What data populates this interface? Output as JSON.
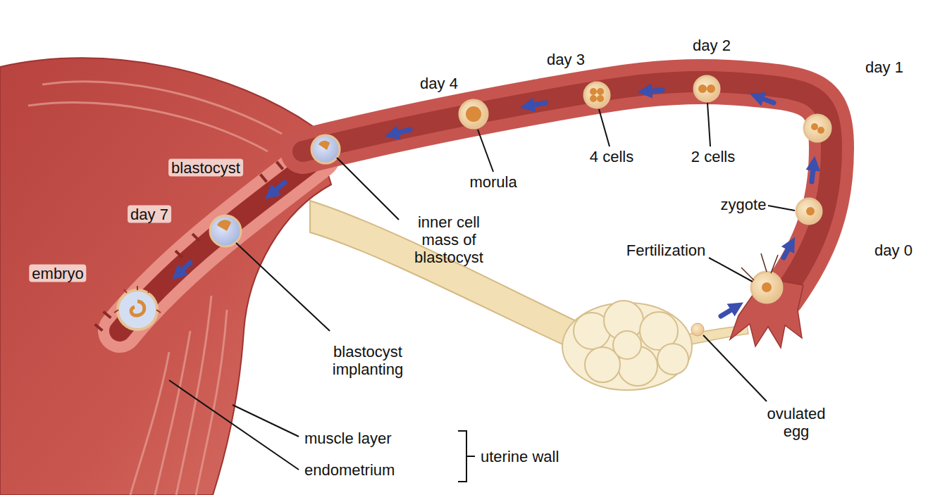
{
  "diagram": {
    "labels": [
      "day 4",
      "day 3",
      "day 2",
      "day 1",
      "blastocyst",
      "morula",
      "4 cells",
      "2 cells",
      "zygote",
      "day 7",
      "inner cell mass of blastocyst",
      "Fertilization",
      "day 0",
      "embryo",
      "blastocyst implanting",
      "ovulated egg",
      "muscle layer",
      "uterine wall",
      "endometrium"
    ]
  }
}
